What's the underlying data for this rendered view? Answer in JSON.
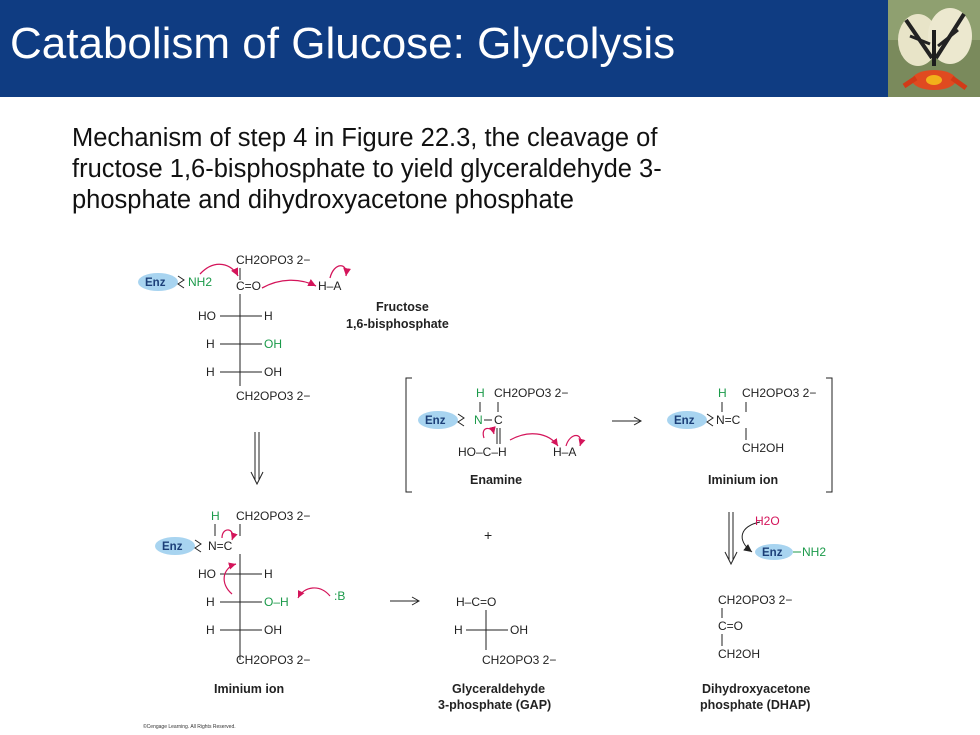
{
  "slide": {
    "title": "Catabolism of Glucose: Glycolysis",
    "intro_lines": [
      "Mechanism of step 4 in Figure 22.3, the cleavage of",
      "fructose 1,6-bisphosphate to yield glyceraldehyde 3-",
      "phosphate and dihydroxyacetone phosphate"
    ],
    "copyright": "©Cengage Learning. All Rights Reserved."
  },
  "colors": {
    "title_bar": "#0f3c82",
    "enzyme_ellipse": "#a8d4f0",
    "arrow_magenta": "#d4145a",
    "highlight_green": "#1b9a4a"
  },
  "icons": {
    "title_photo": "butterfly-on-flower-photo"
  },
  "scheme": {
    "fructose": {
      "phosphate_top": "CH2OPO3 2−",
      "enz": "Enz",
      "nh2": "NH2",
      "carbonyl": "C=O",
      "acid": "H–A",
      "row1_left": "HO",
      "row1_right": "H",
      "row2_left": "H",
      "row2_right": "OH",
      "row3_left": "H",
      "row3_right": "OH",
      "phosphate_bottom": "CH2OPO3 2−",
      "label_line1": "Fructose",
      "label_line2": "1,6-bisphosphate"
    },
    "enamine": {
      "h": "H",
      "phosphate": "CH2OPO3 2−",
      "enz": "Enz",
      "n": "N",
      "c": "C",
      "hoch": "HO–C–H",
      "acid": "H–A",
      "label": "Enamine"
    },
    "iminium_right": {
      "h": "H",
      "phosphate": "CH2OPO3 2−",
      "enz": "Enz",
      "nc": "N=C",
      "ch2oh": "CH2OH",
      "label": "Iminium ion"
    },
    "hydrolysis": {
      "water": "H2O",
      "enz": "Enz",
      "nh2": "NH2"
    },
    "dhap": {
      "phosphate": "CH2OPO3 2−",
      "carbonyl": "C=O",
      "ch2oh": "CH2OH",
      "label_line1": "Dihydroxyacetone",
      "label_line2": "phosphate (DHAP)"
    },
    "iminium_left": {
      "h": "H",
      "phosphate": "CH2OPO3 2−",
      "enz": "Enz",
      "nc": "N=C",
      "row1_left": "HO",
      "row1_right": "H",
      "row2_left": "H",
      "row2_mid": "O–H",
      "base": ":B",
      "row3_left": "H",
      "row3_right": "OH",
      "phosphate_bottom": "CH2OPO3 2−",
      "label": "Iminium ion"
    },
    "gap": {
      "hc": "H–C=O",
      "row_left": "H",
      "row_right": "OH",
      "phosphate": "CH2OPO3 2−",
      "label_line1": "Glyceraldehyde",
      "label_line2": "3-phosphate (GAP)"
    },
    "plus": "+"
  }
}
